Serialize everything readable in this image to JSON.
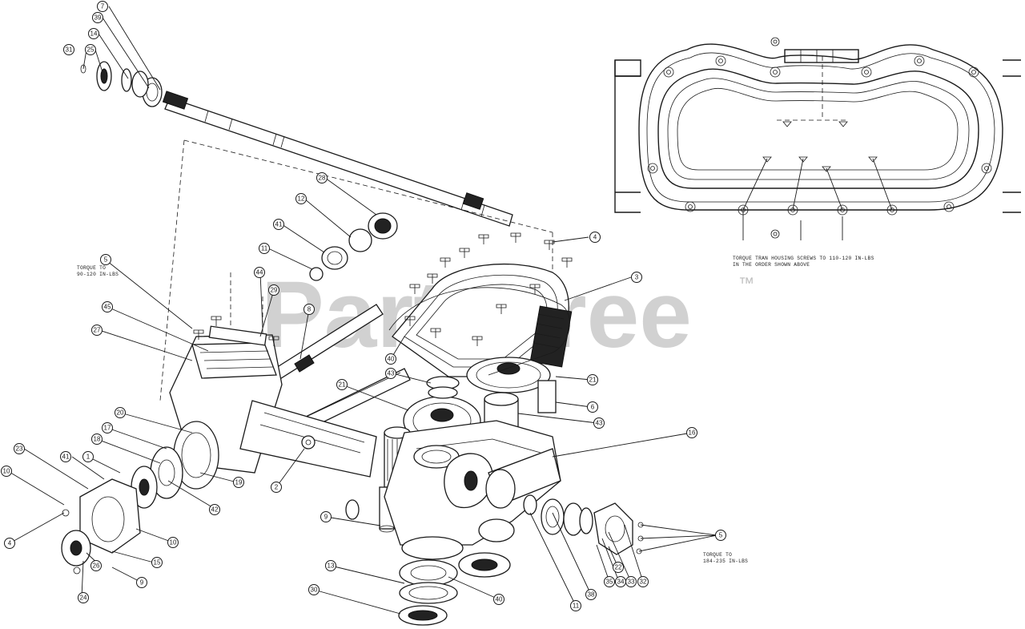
{
  "watermark": {
    "text": "PartsTree",
    "trademark": "™"
  },
  "notes": {
    "torque_housing_line1": "TORQUE TRAN HOUSING SCREWS TO 110-120 IN-LBS",
    "torque_housing_line2": "IN THE ORDER SHOWN ABOVE",
    "torque_left_line1": "TORQUE TO",
    "torque_left_line2": "90-120 IN-LBS",
    "torque_right_line1": "TORQUE TO",
    "torque_right_line2": "184-235 IN-LBS"
  },
  "callouts": [
    {
      "label": "7"
    },
    {
      "label": "39"
    },
    {
      "label": "14"
    },
    {
      "label": "31"
    },
    {
      "label": "25"
    },
    {
      "label": "28"
    },
    {
      "label": "12"
    },
    {
      "label": "41"
    },
    {
      "label": "11"
    },
    {
      "label": "5"
    },
    {
      "label": "44"
    },
    {
      "label": "29"
    },
    {
      "label": "45"
    },
    {
      "label": "8"
    },
    {
      "label": "27"
    },
    {
      "label": "4"
    },
    {
      "label": "3"
    },
    {
      "label": "40"
    },
    {
      "label": "43"
    },
    {
      "label": "21"
    },
    {
      "label": "21"
    },
    {
      "label": "6"
    },
    {
      "label": "43"
    },
    {
      "label": "16"
    },
    {
      "label": "20"
    },
    {
      "label": "17"
    },
    {
      "label": "18"
    },
    {
      "label": "23"
    },
    {
      "label": "1"
    },
    {
      "label": "41"
    },
    {
      "label": "10"
    },
    {
      "label": "19"
    },
    {
      "label": "2"
    },
    {
      "label": "42"
    },
    {
      "label": "4"
    },
    {
      "label": "9"
    },
    {
      "label": "10"
    },
    {
      "label": "26"
    },
    {
      "label": "15"
    },
    {
      "label": "24"
    },
    {
      "label": "9"
    },
    {
      "label": "13"
    },
    {
      "label": "30"
    },
    {
      "label": "40"
    },
    {
      "label": "5"
    },
    {
      "label": "22"
    },
    {
      "label": "35"
    },
    {
      "label": "34"
    },
    {
      "label": "33"
    },
    {
      "label": "32"
    },
    {
      "label": "38"
    },
    {
      "label": "11"
    }
  ]
}
